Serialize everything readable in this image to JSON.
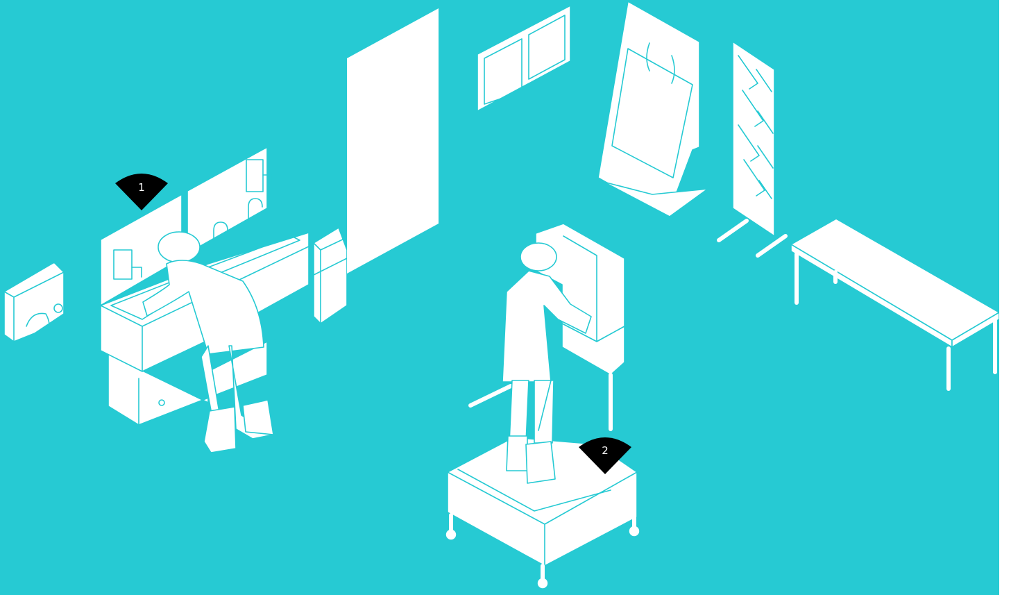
{
  "colors": {
    "background": "#26CAD3",
    "line_art": "#ffffff",
    "marker": "#000000"
  },
  "markers": [
    {
      "label": "1",
      "refers_to": "hand-wash-station"
    },
    {
      "label": "2",
      "refers_to": "boot-wash-station"
    }
  ]
}
